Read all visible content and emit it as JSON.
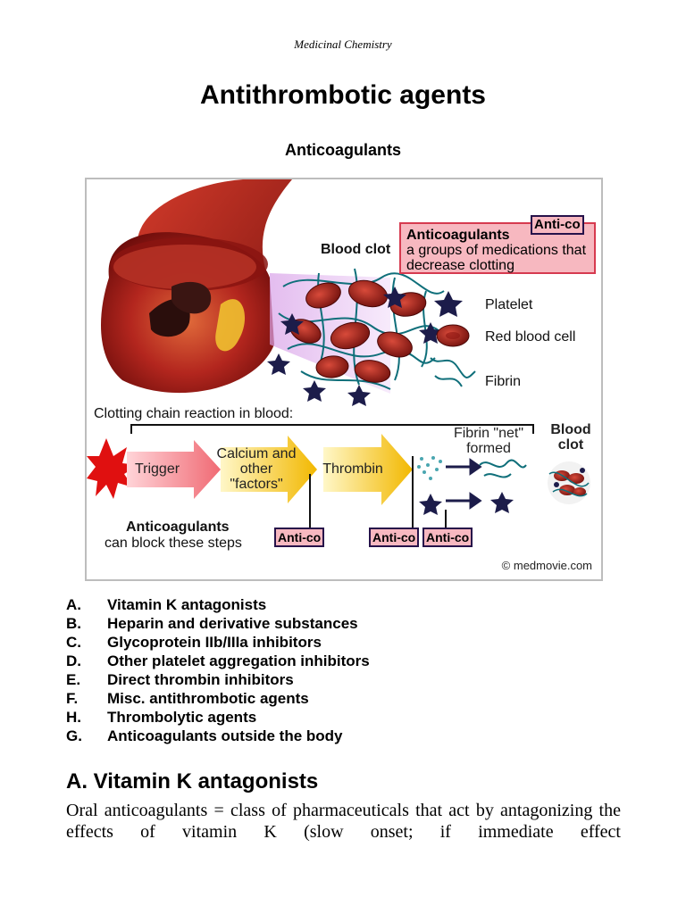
{
  "header": {
    "running_title": "Medicinal Chemistry"
  },
  "title": "Antithrombotic agents",
  "figure": {
    "title": "Anticoagulants",
    "blood_clot_label": "Blood clot",
    "callout_title": "Anticoagulants",
    "callout_text": "a groups of medications that decrease clotting",
    "anti_co": "Anti-co",
    "legend": [
      "Platelet",
      "Red blood cell",
      "Fibrin"
    ],
    "chain_label": "Clotting chain reaction in blood:",
    "steps": {
      "trigger": "Trigger",
      "calcium": "Calcium and other \"factors\"",
      "thrombin": "Thrombin",
      "fibrin_net": "Fibrin \"net\" formed",
      "blood_clot": "Blood clot"
    },
    "block_title": "Anticoagulants",
    "block_text": "can block these steps",
    "credit": "© medmovie.com"
  },
  "toc": [
    {
      "letter": "A.",
      "text": "Vitamin K antagonists"
    },
    {
      "letter": "B.",
      "text": "Heparin and derivative substances"
    },
    {
      "letter": "C.",
      "text": "Glycoprotein IIb/IIIa inhibitors"
    },
    {
      "letter": "D.",
      "text": "Other platelet aggregation inhibitors"
    },
    {
      "letter": "E.",
      "text": "Direct thrombin inhibitors"
    },
    {
      "letter": "F.",
      "text": "Misc. antithrombotic agents"
    },
    {
      "letter": "H.",
      "text": "Thrombolytic agents"
    },
    {
      "letter": "G.",
      "text": "Anticoagulants outside the body"
    }
  ],
  "section": {
    "heading": "A. Vitamin K antagonists",
    "body": "Oral anticoagulants = class of pharmaceuticals that act by antagonizing the effects of vitamin K (slow onset; if immediate effect"
  }
}
